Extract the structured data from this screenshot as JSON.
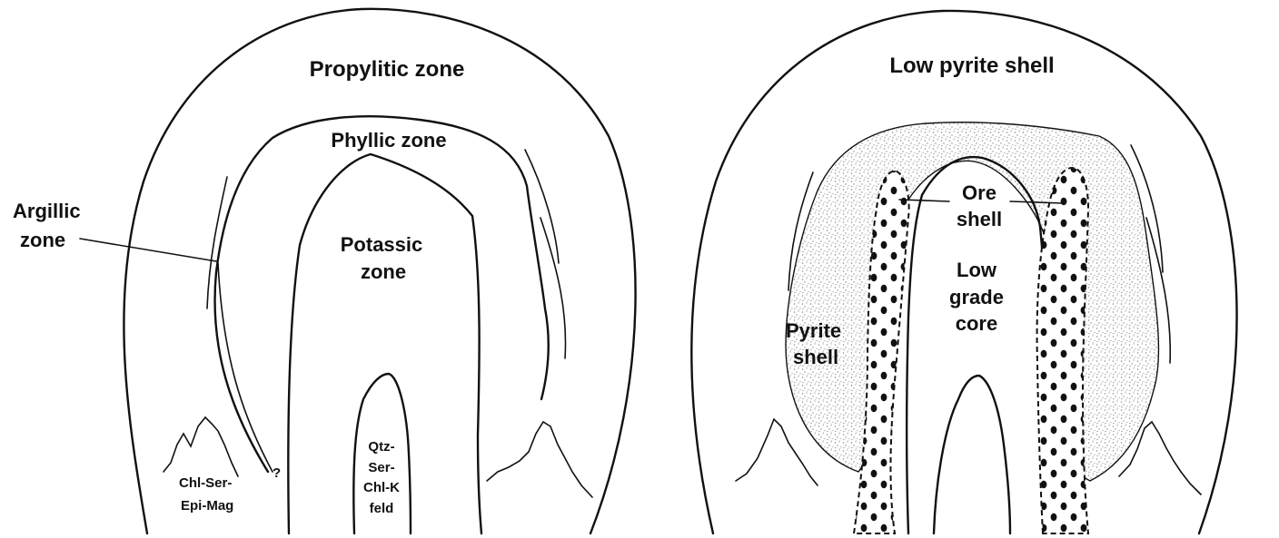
{
  "left_panel": {
    "propylitic": "Propylitic zone",
    "phyllic": "Phyllic zone",
    "argillic": [
      "Argillic",
      "zone"
    ],
    "potassic": [
      "Potassic",
      "zone"
    ],
    "core": [
      "Qtz-",
      "Ser-",
      "Chl-K",
      "feld"
    ],
    "chl": [
      "Chl-Ser-",
      "Epi-Mag"
    ],
    "question": "?"
  },
  "right_panel": {
    "low_pyrite": "Low pyrite shell",
    "ore_shell": [
      "Ore",
      "shell"
    ],
    "low_grade": [
      "Low",
      "grade",
      "core"
    ],
    "pyrite_shell": [
      "Pyrite",
      "shell"
    ]
  },
  "colors": {
    "ink": "#111111",
    "background": "#ffffff",
    "stipple": "#8a8a8a"
  }
}
